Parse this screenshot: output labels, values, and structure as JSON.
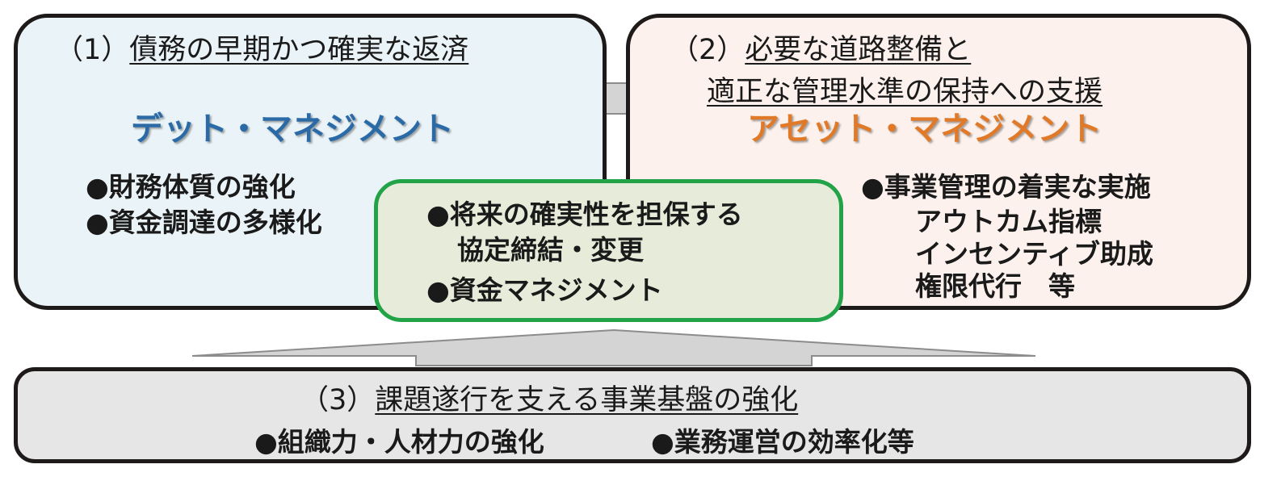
{
  "box1": {
    "num": "（1）",
    "title": "債務の早期かつ確実な返済",
    "mgmt": "デット・マネジメント",
    "items": [
      "●財務体質の強化",
      "●資金調達の多様化"
    ]
  },
  "box2": {
    "num": "（2）",
    "title_line1": "必要な道路整備と",
    "title_line2": "適正な管理水準の保持への支援",
    "mgmt": "アセット・マネジメント",
    "item": "●事業管理の着実な実施",
    "subitems": [
      "アウトカム指標",
      "インセンティブ助成",
      "権限代行　等"
    ]
  },
  "center": {
    "items": [
      "●将来の確実性を担保する",
      "協定締結・変更",
      "●資金マネジメント"
    ]
  },
  "box3": {
    "num": "（3）",
    "title": "課題遂行を支える事業基盤の強化",
    "items": [
      "●組織力・人材力の強化",
      "●業務運営の効率化等"
    ]
  },
  "colors": {
    "debt": "#2a6aa6",
    "asset": "#e07a28",
    "green": "#22a347"
  }
}
